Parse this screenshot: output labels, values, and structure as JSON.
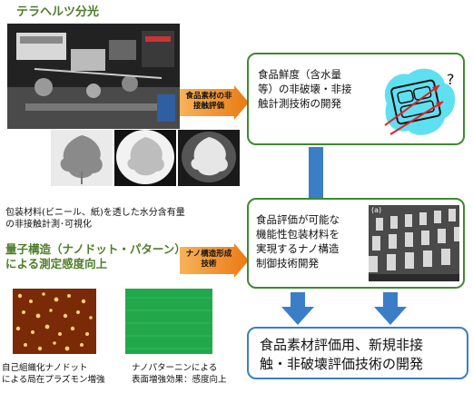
{
  "terahertz_title": "テラヘルツ分光",
  "quantum_title_l1": "量子構造（ナノドット・パターン）",
  "quantum_title_l2": "による測定感度向上",
  "packaging_caption_l1": "包装材料(ビニール、紙)を透した水分含有量",
  "packaging_caption_l2": "の非接触計測･可視化",
  "nanodot_caption_l1": "自己組織化ナノドット",
  "nanodot_caption_l2": "による局在プラズモン増強",
  "nanopattern_caption_l1": "ナノパターニンによる",
  "nanopattern_caption_l2": "表面増強効果：感度向上",
  "arrow1_label": "食品素材の非接触評価",
  "arrow2_label": "ナノ構造形成技術",
  "box1_text_l1": "食品鮮度（含水量",
  "box1_text_l2": "等）の非破壊・非接",
  "box1_text_l3": "触計測技術の開発",
  "box1_qmark": "?",
  "box2_text_l1": "食品評価が可能な",
  "box2_text_l2": "機能性包装材料を",
  "box2_text_l3": "実現するナノ構造",
  "box2_text_l4": "制御技術開発",
  "sem_label": "(a)",
  "result_l1": "食品素材評価用、新規非接",
  "result_l2": "触・非破壊評価技術の開発",
  "colors": {
    "green_title": "#4e7d2a",
    "box_border": "#3e8a2e",
    "orange_arrow": "#f0922c",
    "blue_arrow": "#3b7ec7",
    "cyan_blob": "#5fe0f0"
  }
}
